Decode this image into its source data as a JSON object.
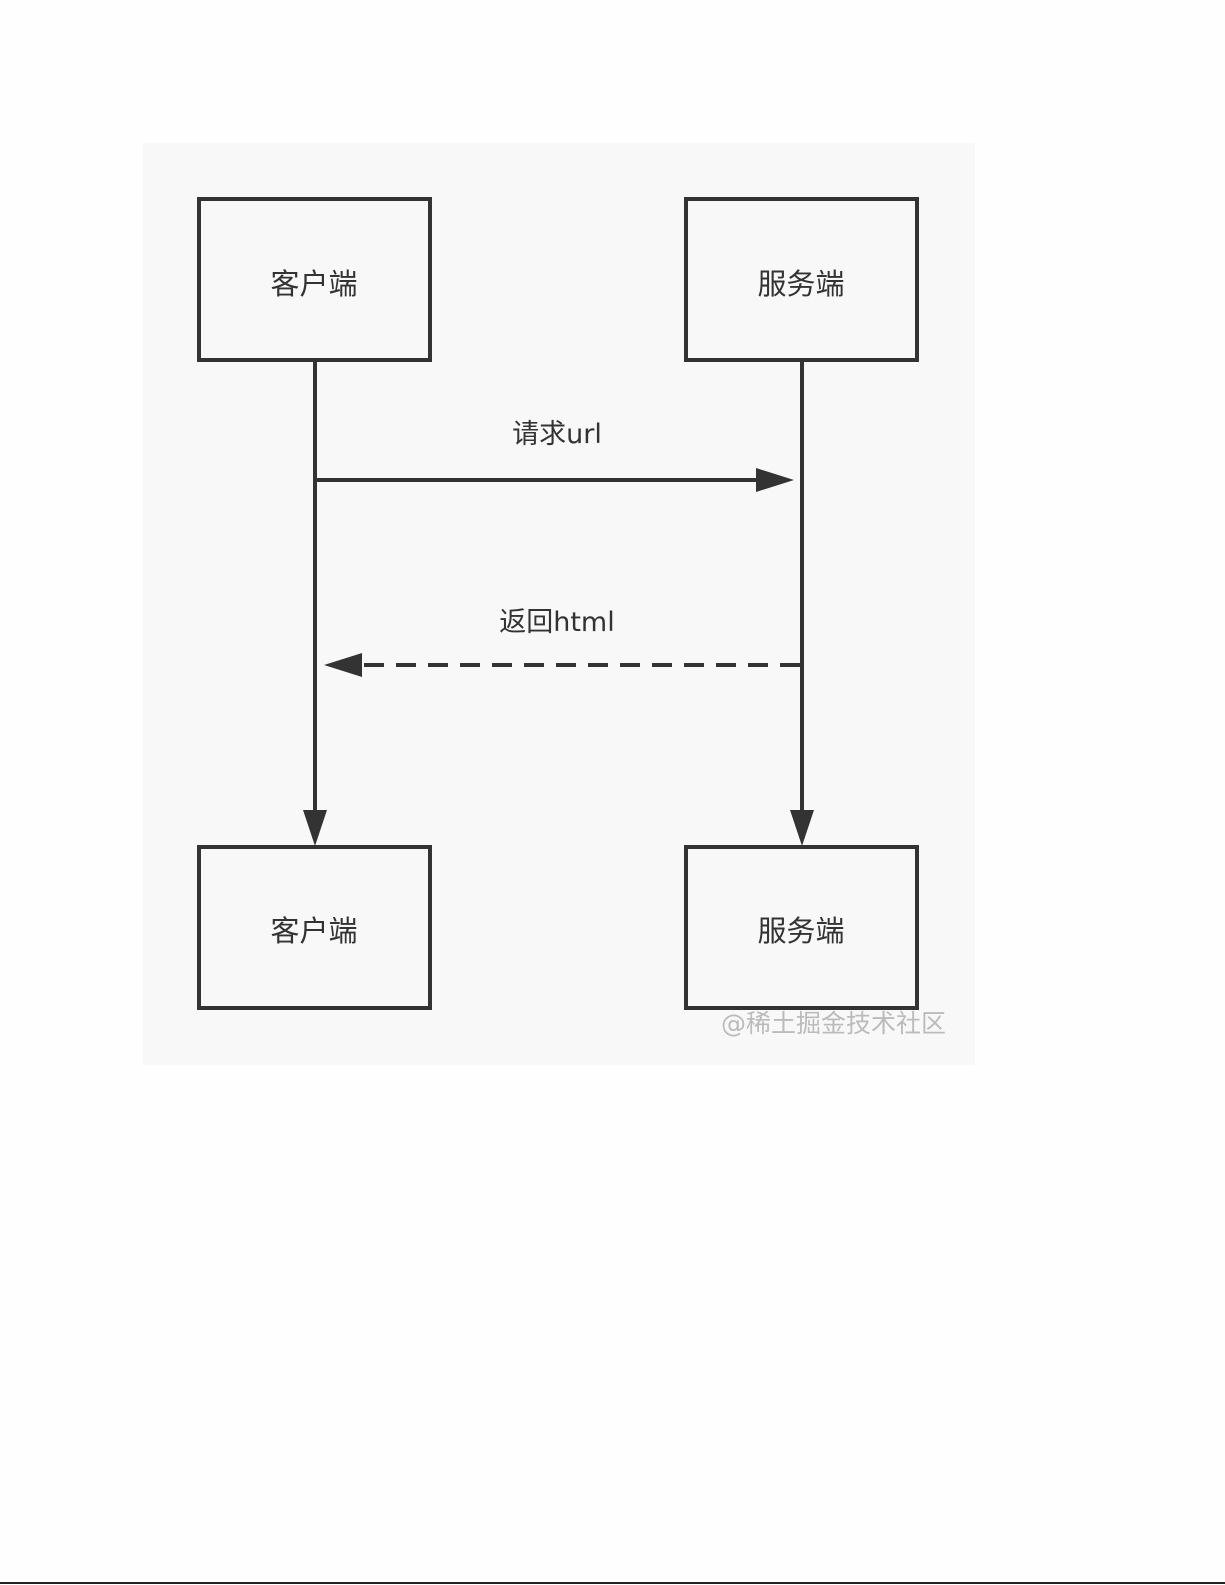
{
  "diagram": {
    "participants": {
      "client_top": "客户端",
      "server_top": "服务端",
      "client_bottom": "客户端",
      "server_bottom": "服务端"
    },
    "messages": {
      "request": "请求url",
      "response": "返回html"
    },
    "watermark": "@稀土掘金技术社区",
    "colors": {
      "stroke": "#333333",
      "panel": "#f8f8f8",
      "page": "#fefefe",
      "watermark": "#bbbbbb"
    }
  }
}
